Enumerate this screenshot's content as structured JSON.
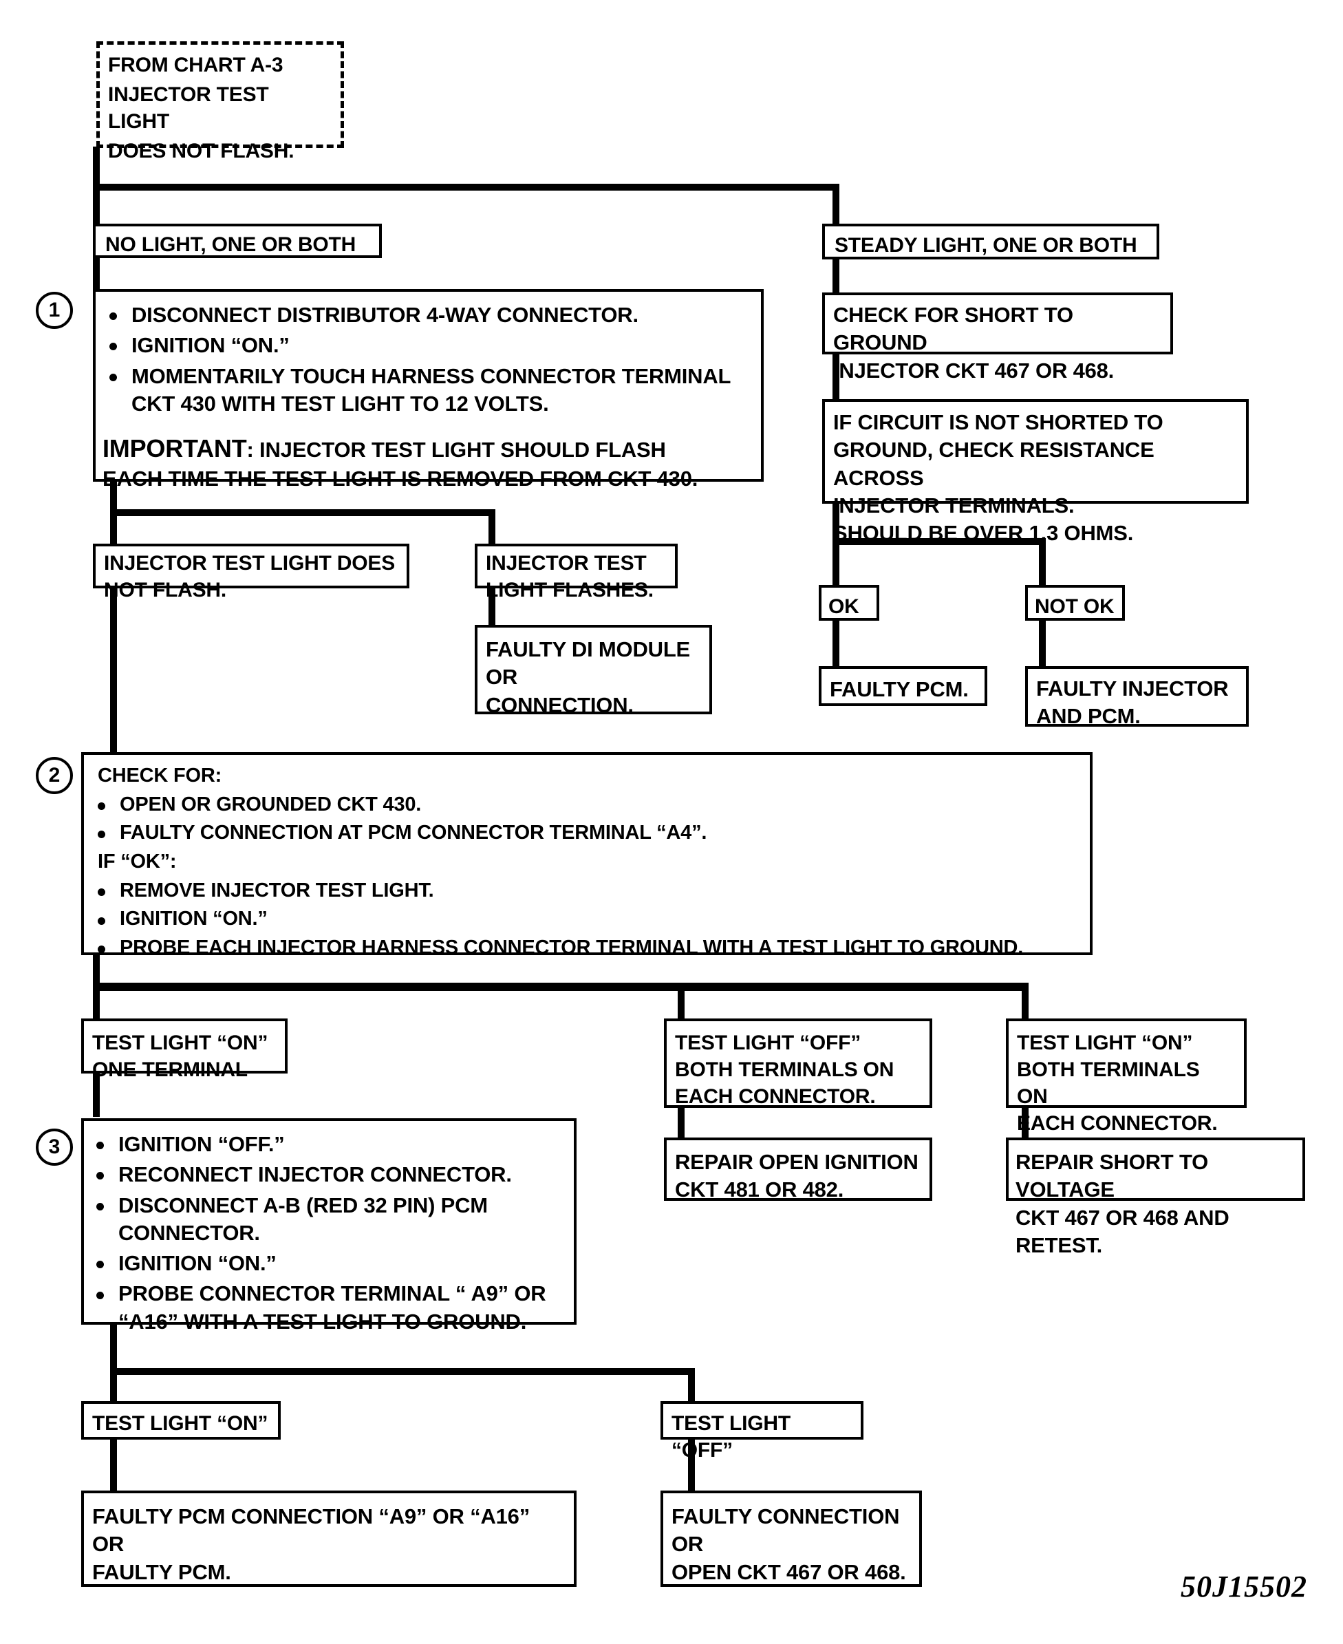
{
  "document": {
    "id_code": "50J15502",
    "title": "Injector Test Light Diagnostic Chart"
  },
  "nodes": {
    "entry": {
      "line1": "FROM CHART A-3",
      "line2": "INJECTOR TEST LIGHT",
      "line3": "DOES NOT FLASH."
    },
    "branch_no_light": "NO LIGHT, ONE OR BOTH",
    "branch_steady_light": "STEADY LIGHT, ONE OR BOTH",
    "step1": {
      "number": "1",
      "bullet1": "DISCONNECT DISTRIBUTOR 4-WAY CONNECTOR.",
      "bullet2": "IGNITION “ON.”",
      "bullet3_line1": "MOMENTARILY TOUCH HARNESS CONNECTOR TERMINAL",
      "bullet3_line2": "CKT 430 WITH TEST LIGHT TO 12 VOLTS.",
      "important_label": "IMPORTANT",
      "important_line1": ": INJECTOR TEST LIGHT SHOULD FLASH",
      "important_line2": "EACH TIME THE TEST LIGHT IS REMOVED FROM CKT 430."
    },
    "check_short": {
      "line1": "CHECK FOR SHORT TO GROUND",
      "line2": "INJECTOR CKT 467 OR 468."
    },
    "check_resistance": {
      "line1": "IF CIRCUIT IS NOT SHORTED TO",
      "line2": "GROUND, CHECK RESISTANCE ACROSS",
      "line3": "INJECTOR TERMINALS.",
      "line4": "SHOULD BE OVER 1.3 OHMS."
    },
    "ok": "OK",
    "not_ok": "NOT OK",
    "faulty_pcm_a": "FAULTY PCM.",
    "faulty_injector_and_pcm": {
      "line1": "FAULTY INJECTOR",
      "line2": "AND PCM."
    },
    "light_no_flash": {
      "line1": "INJECTOR TEST LIGHT DOES",
      "line2": "NOT FLASH."
    },
    "light_flashes": {
      "line1": "INJECTOR TEST",
      "line2": "LIGHT FLASHES."
    },
    "faulty_di_module": {
      "line1": "FAULTY DI MODULE",
      "line2": "OR",
      "line3": "CONNECTION."
    },
    "step2": {
      "number": "2",
      "header": "CHECK FOR:",
      "bullet1": "OPEN OR GROUNDED CKT 430.",
      "bullet2": "FAULTY CONNECTION AT PCM CONNECTOR TERMINAL “A4”.",
      "midline": "IF “OK”:",
      "bullet3": "REMOVE INJECTOR TEST LIGHT.",
      "bullet4": "IGNITION “ON.”",
      "bullet5": "PROBE EACH  INJECTOR HARNESS CONNECTOR TERMINAL WITH A TEST LIGHT TO GROUND."
    },
    "test_light_on_one": {
      "line1": "TEST LIGHT “ON”",
      "line2": "ONE TERMINAL"
    },
    "test_light_off_both": {
      "line1": "TEST LIGHT “OFF”",
      "line2": "BOTH TERMINALS ON",
      "line3": "EACH CONNECTOR."
    },
    "test_light_on_both": {
      "line1": "TEST LIGHT “ON”",
      "line2": "BOTH TERMINALS ON",
      "line3": "EACH CONNECTOR."
    },
    "repair_open_ignition": {
      "line1": "REPAIR OPEN IGNITION",
      "line2": "CKT 481 OR 482."
    },
    "repair_short_voltage": {
      "line1": "REPAIR SHORT TO VOLTAGE",
      "line2": "CKT 467 OR 468 AND RETEST."
    },
    "step3": {
      "number": "3",
      "bullet1": "IGNITION “OFF.”",
      "bullet2": "RECONNECT INJECTOR CONNECTOR.",
      "bullet3_line1": "DISCONNECT A-B (RED 32 PIN) PCM",
      "bullet3_line2": "CONNECTOR.",
      "bullet4": "IGNITION “ON.”",
      "bullet5_line1": "PROBE CONNECTOR TERMINAL “ A9” OR",
      "bullet5_line2": "“A16” WITH A TEST LIGHT TO GROUND."
    },
    "final_light_on": "TEST LIGHT “ON”",
    "final_light_off": "TEST LIGHT “OFF”",
    "faulty_pcm_connection": {
      "line1": "FAULTY PCM CONNECTION “A9” OR “A16”",
      "line2": "OR",
      "line3": "FAULTY PCM."
    },
    "faulty_connection_open": {
      "line1": "FAULTY CONNECTION",
      "line2": "OR",
      "line3": "OPEN CKT  467 OR 468."
    }
  },
  "colors": {
    "ink": "#000000",
    "paper": "#ffffff"
  }
}
